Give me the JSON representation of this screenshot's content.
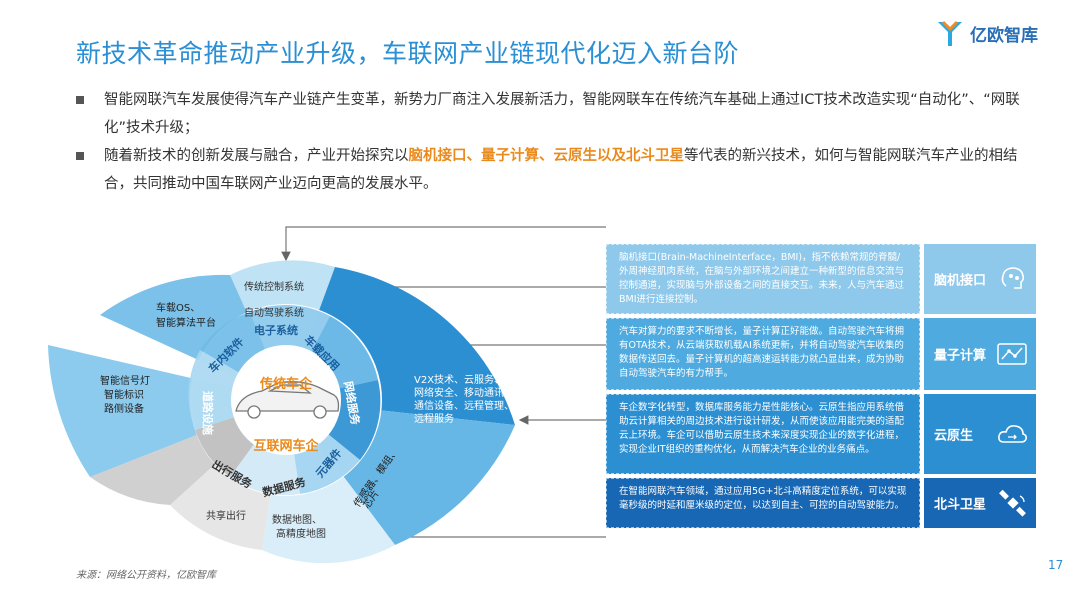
{
  "header": {
    "title": "新技术革命推动产业升级，车联网产业链现代化迈入新台阶",
    "logo_text": "亿欧智库"
  },
  "bullets": [
    {
      "parts": [
        "智能网联汽车发展使得汽车产业链产生变革，新势力厂商注入发展新活力，智能网联车在传统汽车基础上通过ICT技术改造实现“自动化”、“网联化”技术升级；"
      ]
    },
    {
      "pre": "随着新技术的创新发展与融合，产业开始探究以",
      "highlight": "脑机接口、量子计算、云原生以及北斗卫星",
      "post": "等代表的新兴技术，如何与智能网联汽车产业的相结合，共同推动中国车联网产业迈向更高的发展水平。"
    }
  ],
  "wheel": {
    "center_top": "传统车企",
    "center_bottom": "互联网车企",
    "inner_ring": [
      "电子系统",
      "车载应用",
      "网络服务",
      "元器件",
      "数据服务",
      "出行服务",
      "道路设施",
      "车内软件"
    ],
    "outer": {
      "control": [
        "传统控制系统",
        "自动驾驶系统"
      ],
      "os": [
        "车载OS、",
        "智能算法平台"
      ],
      "road": [
        "智能信号灯",
        "智能标识",
        "路侧设备"
      ],
      "network": [
        "V2X技术、云服务、",
        "网络安全、移动通讯、",
        "通信设备、远程管理、",
        "远程服务"
      ],
      "components": [
        "传感器、模组、",
        "芯片"
      ],
      "data": [
        "数据地图、",
        "高精度地图"
      ],
      "travel": [
        "共享出行"
      ]
    }
  },
  "panels": [
    {
      "label": "脑机接口",
      "icon": "brain-icon",
      "text": "脑机接口(Brain-MachineInterface，BMI)，指不依赖常规的脊髓/外周神经肌肉系统，在脑与外部环境之间建立一种新型的信息交流与控制通道，实现脑与外部设备之间的直接交互。未来，人与汽车通过BMI进行连接控制。"
    },
    {
      "label": "量子计算",
      "icon": "quantum-icon",
      "text": "汽车对算力的要求不断增长，量子计算正好能做。自动驾驶汽车将拥有OTA技术，从云端获取机载AI系统更新，并将自动驾驶汽车收集的数据传送回去。量子计算机的超高速运转能力就凸显出来，成为协助自动驾驶汽车的有力帮手。"
    },
    {
      "label": "云原生",
      "icon": "cloud-icon",
      "text": "车企数字化转型，数据库服务能力是性能核心。云原生指应用系统借助云计算相关的周边技术进行设计研发，从而使该应用能完美的适配云上环境。车企可以借助云原生技术来深度实现企业的数字化进程，实现企业IT组织的重构优化，从而解决汽车企业的业务痛点。"
    },
    {
      "label": "北斗卫星",
      "icon": "satellite-icon",
      "text": "在智能网联汽车领域，通过应用5G+北斗高精度定位系统，可以实现毫秒级的时延和厘米级的定位，以达到自主、可控的自动驾驶能力。"
    }
  ],
  "footer": {
    "source": "来源：网络公开资料，亿欧智库",
    "page": "17"
  },
  "colors": {
    "title": "#2a8fd4",
    "highlight": "#e98a1c",
    "panel1": "#8ec8ea",
    "panel2": "#4faadf",
    "panel3": "#2c8fd2",
    "panel4": "#1867b4"
  }
}
